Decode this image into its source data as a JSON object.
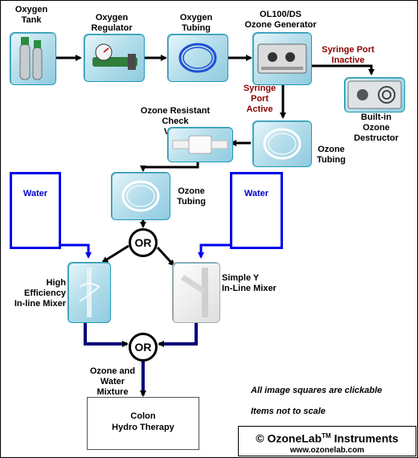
{
  "nodes": {
    "oxygen_tank": "Oxygen\nTank",
    "oxygen_regulator": "Oxygen\nRegulator",
    "oxygen_tubing_1": "Oxygen\nTubing",
    "ozone_generator": "OL100/DS\nOzone Generator",
    "syringe_inactive": "Syringe Port\nInactive",
    "syringe_active": "Syringe\nPort\nActive",
    "ozone_destructor": "Built-in\nOzone\nDestructor",
    "check_valve": "Ozone Resistant\nCheck\nValve",
    "ozone_tubing_1": "Ozone\nTubing",
    "ozone_tubing_2": "Ozone\nTubing",
    "water_left": "Water",
    "water_right": "Water",
    "or_top": "OR",
    "or_bottom": "OR",
    "he_mixer": "High\nEfficiency\nIn-line Mixer",
    "simple_y_mixer": "Simple Y\nIn-Line Mixer",
    "mixture": "Ozone and\nWater Mixture",
    "colon": "Colon\nHydro Therapy"
  },
  "notes": {
    "clickable": "All image squares are clickable",
    "scale": "Items not to scale"
  },
  "footer": {
    "brand": "© OzoneLab",
    "tm": "TM",
    "brand_suffix": " Instruments",
    "url": "www.ozonelab.com"
  },
  "colors": {
    "flow_line": "#000000",
    "water_line": "#0000ee",
    "mix_line": "#00007a",
    "syringe_text": "#8b0000",
    "water_text": "#0000cc",
    "node_border": "#1e9bb5"
  }
}
